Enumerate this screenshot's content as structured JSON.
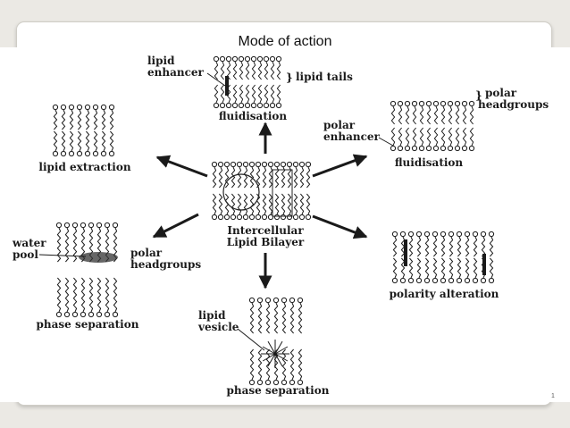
{
  "slide": {
    "title": "Mode of action",
    "page_number": "1"
  },
  "diagram": {
    "center_label_line1": "Intercellular",
    "center_label_line2": "Lipid Bilayer",
    "top": {
      "caption": "fluidisation",
      "label_left_line1": "lipid",
      "label_left_line2": "enhancer",
      "label_right": "lipid tails"
    },
    "top_right": {
      "caption": "fluidisation",
      "label_left_line1": "polar",
      "label_left_line2": "enhancer",
      "label_right_line1": "polar",
      "label_right_line2": "headgroups"
    },
    "right": {
      "caption": "polarity alteration"
    },
    "bottom": {
      "caption": "phase separation",
      "label_left_line1": "lipid",
      "label_left_line2": "vesicle"
    },
    "left": {
      "caption": "phase separation",
      "label_left_line1": "water",
      "label_left_line2": "pool",
      "label_right_line1": "polar",
      "label_right_line2": "headgroups"
    },
    "top_left": {
      "caption": "lipid extraction"
    }
  }
}
